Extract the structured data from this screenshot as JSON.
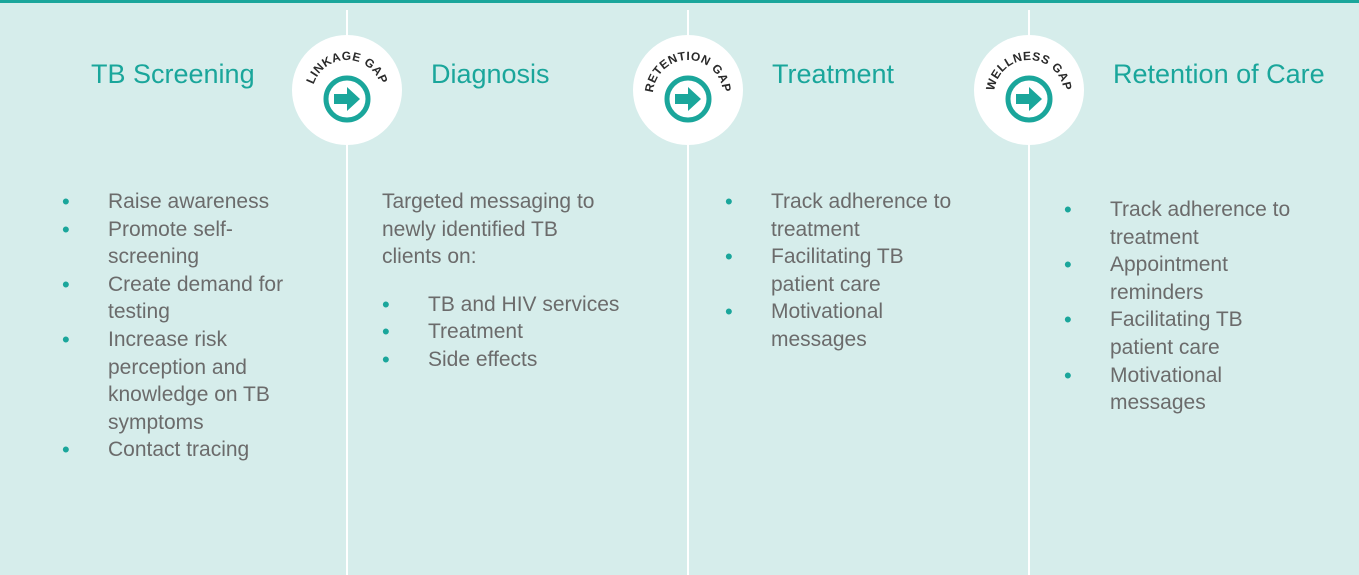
{
  "colors": {
    "accent": "#1aa69b",
    "background": "#d6edeb",
    "text": "#6b6b6b"
  },
  "stages": [
    {
      "title": "TB Screening",
      "bullets": [
        "Raise awareness",
        "Promote self-screening",
        "Create demand for testing",
        "Increase risk perception and knowledge on TB symptoms",
        "Contact tracing"
      ]
    },
    {
      "title": "Diagnosis",
      "intro": "Targeted messaging to newly identified TB clients on:",
      "bullets": [
        "TB and HIV services",
        "Treatment",
        "Side effects"
      ]
    },
    {
      "title": "Treatment",
      "bullets": [
        "Track adherence to treatment",
        "Facilitating TB patient care",
        "Motivational messages"
      ]
    },
    {
      "title": "Retention of Care",
      "bullets": [
        "Track adherence to treatment",
        "Appointment reminders",
        "Facilitating TB patient care",
        "Motivational messages"
      ]
    }
  ],
  "gaps": [
    {
      "label": "LINKAGE GAP",
      "icon": "arrow-right-icon"
    },
    {
      "label": "RETENTION GAP",
      "icon": "arrow-right-icon"
    },
    {
      "label": "WELLNESS GAP",
      "icon": "arrow-right-icon"
    }
  ]
}
